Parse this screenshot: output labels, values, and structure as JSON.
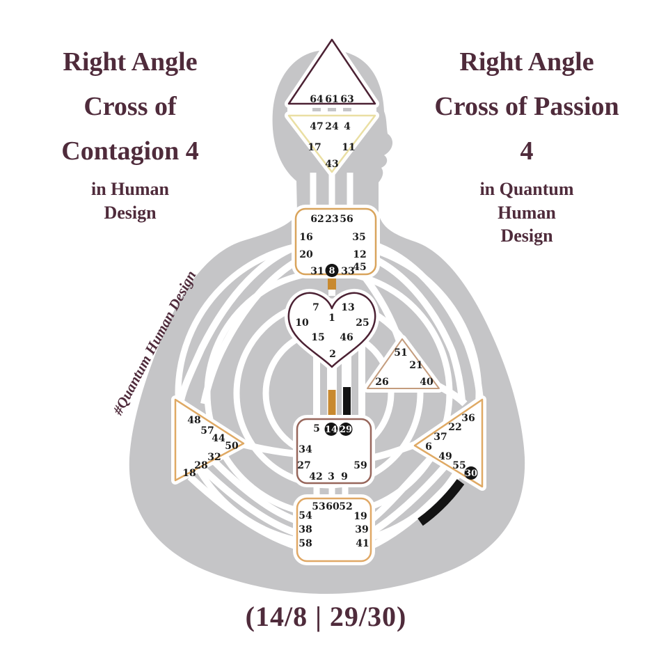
{
  "left_panel": {
    "title": "Right Angle Cross of Contagion 4",
    "subtitle": "in Human Design"
  },
  "right_panel": {
    "title": "Right Angle Cross of Passion 4",
    "subtitle": "in Quantum Human Design"
  },
  "watermark": "#Quantum Human Design",
  "cross_notation": "(14/8 | 29/30)",
  "colors": {
    "title": "#4f2b3b",
    "body": "#c5c5c7",
    "gold_channel": "#c8892f",
    "black_channel": "#141414",
    "head_border": "#4b2133",
    "ajna_border": "#eadfa3",
    "throat_border": "#d9a45c",
    "g_border": "#4b2133",
    "will_border": "#c49c7d",
    "spleen_border": "#dfa964",
    "solar_border": "#dfa964",
    "sacral_border": "#97665b",
    "root_border": "#e0a865",
    "gate_text": "#1a1a1a",
    "active_gate_text": "#ffffff"
  },
  "centers": {
    "head": {
      "gates": [
        {
          "num": "64"
        },
        {
          "num": "61"
        },
        {
          "num": "63"
        }
      ]
    },
    "ajna": {
      "gates": [
        {
          "num": "47"
        },
        {
          "num": "24"
        },
        {
          "num": "4"
        },
        {
          "num": "17"
        },
        {
          "num": "11"
        },
        {
          "num": "43"
        }
      ]
    },
    "throat": {
      "gates": [
        {
          "num": "62"
        },
        {
          "num": "23"
        },
        {
          "num": "56"
        },
        {
          "num": "16"
        },
        {
          "num": "35"
        },
        {
          "num": "20"
        },
        {
          "num": "12"
        },
        {
          "num": "31"
        },
        {
          "num": "8",
          "active": true
        },
        {
          "num": "33"
        },
        {
          "num": "45"
        }
      ]
    },
    "g": {
      "gates": [
        {
          "num": "7"
        },
        {
          "num": "13"
        },
        {
          "num": "1"
        },
        {
          "num": "10"
        },
        {
          "num": "25"
        },
        {
          "num": "15"
        },
        {
          "num": "46"
        },
        {
          "num": "2"
        }
      ]
    },
    "will": {
      "gates": [
        {
          "num": "51"
        },
        {
          "num": "21"
        },
        {
          "num": "26"
        },
        {
          "num": "40"
        }
      ]
    },
    "spleen": {
      "gates": [
        {
          "num": "48"
        },
        {
          "num": "57"
        },
        {
          "num": "44"
        },
        {
          "num": "50"
        },
        {
          "num": "32"
        },
        {
          "num": "28"
        },
        {
          "num": "18"
        }
      ]
    },
    "solar": {
      "gates": [
        {
          "num": "36"
        },
        {
          "num": "22"
        },
        {
          "num": "37"
        },
        {
          "num": "6"
        },
        {
          "num": "49"
        },
        {
          "num": "55"
        },
        {
          "num": "30",
          "active": true
        }
      ]
    },
    "sacral": {
      "gates": [
        {
          "num": "5"
        },
        {
          "num": "14",
          "active": true
        },
        {
          "num": "29",
          "active": true
        },
        {
          "num": "34"
        },
        {
          "num": "27"
        },
        {
          "num": "59"
        },
        {
          "num": "42"
        },
        {
          "num": "3"
        },
        {
          "num": "9"
        }
      ]
    },
    "root": {
      "gates": [
        {
          "num": "53"
        },
        {
          "num": "60"
        },
        {
          "num": "52"
        },
        {
          "num": "54"
        },
        {
          "num": "19"
        },
        {
          "num": "38"
        },
        {
          "num": "39"
        },
        {
          "num": "58"
        },
        {
          "num": "41"
        }
      ]
    }
  }
}
